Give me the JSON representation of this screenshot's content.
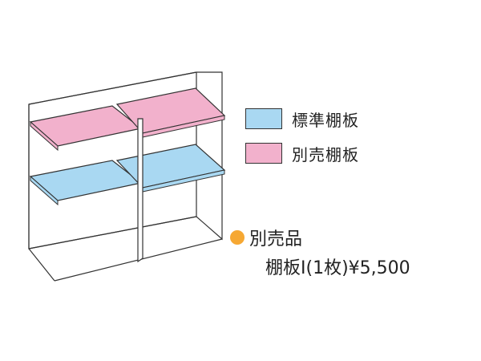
{
  "colors": {
    "standard_shelf": "#a9d8f2",
    "optional_shelf": "#f2b1cc",
    "note_dot": "#f6a833",
    "line": "#333333"
  },
  "legend": {
    "standard_label": "標準棚板",
    "optional_label": "別売棚板"
  },
  "note": {
    "heading": "別売品",
    "item": "棚板I(1枚)¥5,500"
  }
}
